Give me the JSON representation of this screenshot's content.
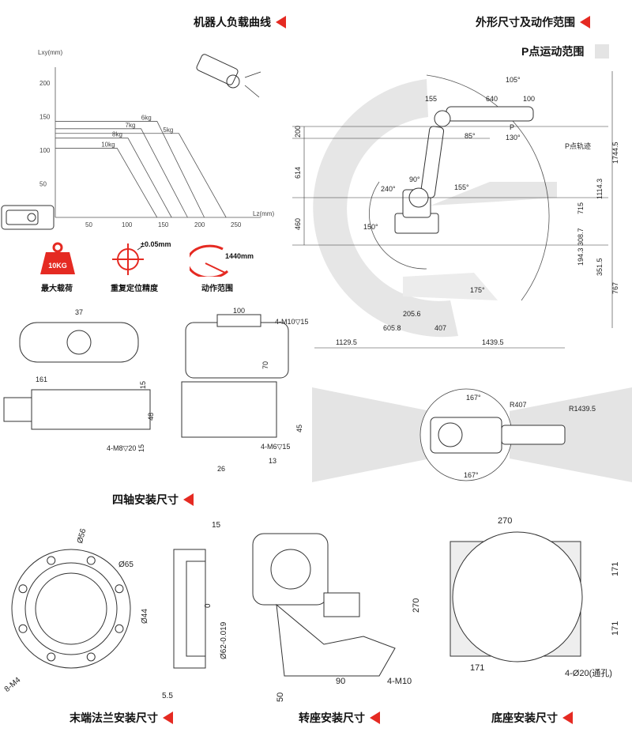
{
  "titles": {
    "payload_curve": "机器人负载曲线",
    "dimensions_range": "外形尺寸及动作范围",
    "p_range": "P点运动范围",
    "axis4_mount": "四轴安装尺寸",
    "flange_mount": "末端法兰安装尺寸",
    "rotary_mount": "转座安装尺寸",
    "base_mount": "底座安装尺寸"
  },
  "accent_color": "#e52a22",
  "specs": {
    "payload": {
      "value": "10KG",
      "label": "最大载荷",
      "icon": "weight-icon"
    },
    "repeatability": {
      "value": "±0.05mm",
      "label": "重复定位精度",
      "icon": "crosshair-icon"
    },
    "reach": {
      "value": "1440mm",
      "label": "动作范围",
      "icon": "reach-arc-icon"
    }
  },
  "chart_data": {
    "type": "line",
    "title": "",
    "xlabel": "Lz(mm)",
    "ylabel": "Lxy(mm)",
    "xlim": [
      0,
      250
    ],
    "ylim": [
      0,
      200
    ],
    "xticks": [
      50,
      100,
      150,
      200,
      250
    ],
    "yticks": [
      50,
      100,
      150,
      200
    ],
    "series": [
      {
        "name": "5kg",
        "points": [
          [
            0,
            125
          ],
          [
            170,
            125
          ],
          [
            235,
            0
          ]
        ]
      },
      {
        "name": "6kg",
        "points": [
          [
            0,
            143
          ],
          [
            140,
            143
          ],
          [
            205,
            0
          ]
        ]
      },
      {
        "name": "7kg",
        "points": [
          [
            0,
            132
          ],
          [
            118,
            132
          ],
          [
            182,
            0
          ]
        ]
      },
      {
        "name": "8kg",
        "points": [
          [
            0,
            118
          ],
          [
            100,
            118
          ],
          [
            160,
            0
          ]
        ]
      },
      {
        "name": "10kg",
        "points": [
          [
            0,
            103
          ],
          [
            85,
            103
          ],
          [
            140,
            0
          ]
        ]
      }
    ]
  },
  "dims": {
    "top": [
      "155",
      "640",
      "100"
    ],
    "angles": [
      "105°",
      "85°",
      "130°",
      "240°",
      "90°",
      "155°",
      "150°",
      "175°"
    ],
    "p_track": "P点轨迹",
    "p": "P",
    "left": [
      "200",
      "614",
      "460"
    ],
    "right": [
      "1744.5",
      "1114.3",
      "715",
      "308.7",
      "194.3",
      "351.5",
      "767"
    ],
    "bottom": [
      "205.6",
      "605.8",
      "407",
      "1129.5",
      "1439.5"
    ],
    "top_view": [
      "167°",
      "167°",
      "R407",
      "R1439.5"
    ],
    "axis4": [
      "37",
      "161",
      "15",
      "48",
      "4-M8▽20",
      "15",
      "100",
      "4-M10▽15",
      "70",
      "45",
      "4-M6▽15",
      "26",
      "13"
    ],
    "flange": [
      "Ø56",
      "Ø65",
      "8-M4",
      "Ø44",
      "15",
      "0",
      "Ø62-0.019",
      "5.5"
    ],
    "rotary": [
      "90",
      "4-M10",
      "50"
    ],
    "base": [
      "270",
      "270",
      "171",
      "171",
      "171",
      "4-Ø20(通孔)"
    ]
  }
}
